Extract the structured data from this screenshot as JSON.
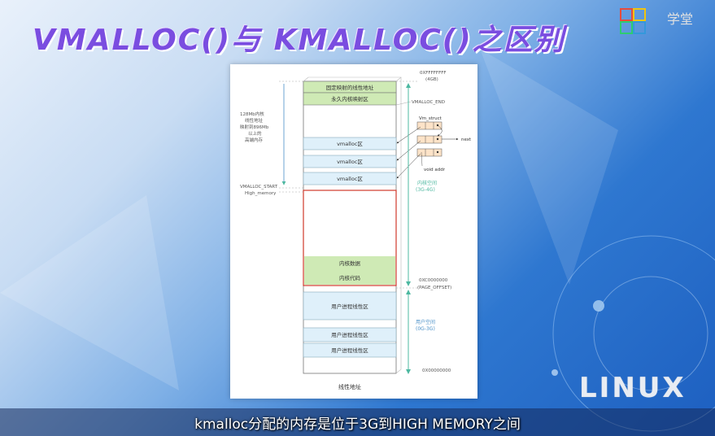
{
  "video": {
    "title": "VMALLOC()与 KMALLOC()之区别",
    "subtitle": "kmalloc分配的内存是位于3G到HIGH MEMORY之间",
    "logo_text": "学堂",
    "watermark": "LINUX"
  },
  "diagram": {
    "top_address": "0XFFFFFFFF",
    "top_address_sub": "(4GB)",
    "vmalloc_end": "VMALLOC_END",
    "left_note": [
      "128Mb内核",
      "线性地址",
      "映射到896Mb",
      "以上的",
      "高端内存"
    ],
    "vmalloc_start": "VMALLOC_START",
    "high_memory": "High_memory",
    "blocks": {
      "fixed_map": "固定映射的线性地址",
      "kmap": "永久内核映射区",
      "vmalloc": "vmalloc区",
      "kernel_data": "内核数据",
      "kernel_code": "内核代码",
      "user": "用户进程线性区"
    },
    "vm_struct": "Vm_struct",
    "next": "next",
    "void_addr": "void addr",
    "kernel_space": [
      "内核空间",
      "(3G-4G)"
    ],
    "page_offset": [
      "0XC0000000",
      "(PAGE_OFFSET)"
    ],
    "user_space": [
      "用户空间",
      "(0G-3G)"
    ],
    "bottom_address": "0X00000000",
    "caption": "线性地址"
  },
  "colors": {
    "title": "#7a4de0",
    "vmalloc_fill": "#dff0fa",
    "green_fill": "#cfeab5",
    "red_border": "#d0392b",
    "space_line": "#4db8a0"
  }
}
